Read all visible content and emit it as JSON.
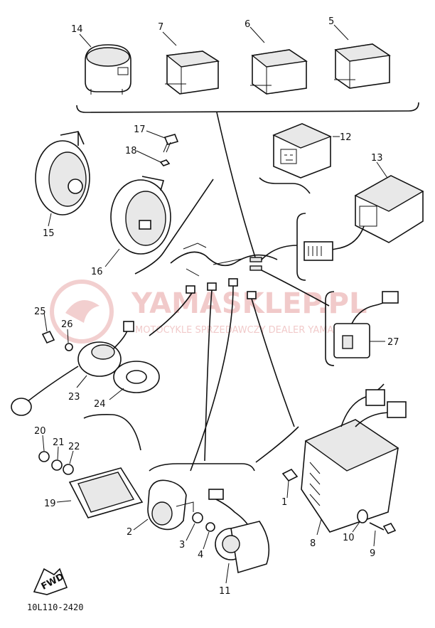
{
  "callouts": {
    "p14": "14",
    "p7": "7",
    "p6": "6",
    "p5": "5",
    "p17": "17",
    "p18": "18",
    "p12": "12",
    "p13": "13",
    "p15": "15",
    "p16": "16",
    "p25": "25",
    "p26": "26",
    "p27": "27",
    "p23": "23",
    "p24": "24",
    "p20": "20",
    "p21": "21",
    "p22": "22",
    "p19": "19",
    "p2": "2",
    "p3": "3",
    "p4": "4",
    "p11": "11",
    "p1": "1",
    "p8": "8",
    "p10": "10",
    "p9": "9"
  },
  "footer": {
    "diagram_code": "10L110-2420",
    "fwd_label": "FWD"
  },
  "watermark": {
    "brand": "YAMASKLEP.PL",
    "tagline": "MOTOCYKLE SPRZEDAWCZY DEALER YAMAHA"
  },
  "colors": {
    "ink": "#111111",
    "watermark": "#e6a0a0"
  }
}
